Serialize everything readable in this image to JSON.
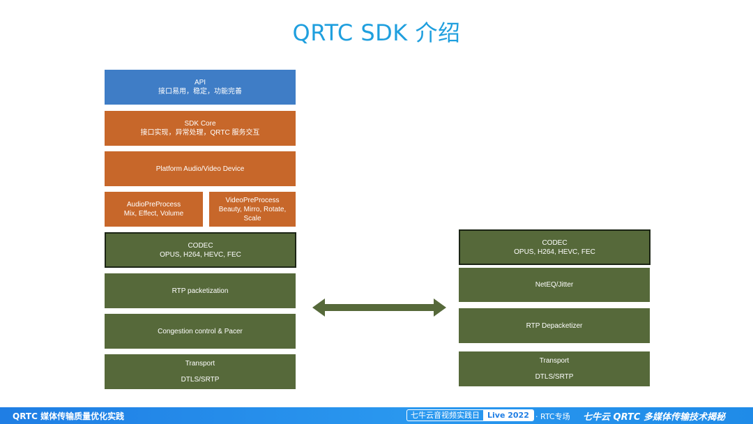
{
  "title": "QRTC SDK 介绍",
  "sender_stack": {
    "api": {
      "line1": "API",
      "line2": "接口易用，稳定，功能完善"
    },
    "sdk_core": {
      "line1": "SDK Core",
      "line2": "接口实现，异常处理，QRTC 服务交互"
    },
    "platform": {
      "line1": "Platform Audio/Video Device"
    },
    "audio_pre": {
      "line1": "AudioPreProcess",
      "line2": "Mix, Effect, Volume"
    },
    "video_pre": {
      "line1": "VideoPreProcess",
      "line2": "Beauty, Mirro, Rotate,",
      "line3": "Scale"
    },
    "codec": {
      "line1": "CODEC",
      "line2": "OPUS, H264, HEVC, FEC"
    },
    "rtp": {
      "line1": "RTP packetization"
    },
    "congestion": {
      "line1": "Congestion control & Pacer"
    },
    "transport": {
      "line1": "Transport",
      "line2": "DTLS/SRTP"
    }
  },
  "receiver_stack": {
    "codec": {
      "line1": "CODEC",
      "line2": "OPUS, H264, HEVC, FEC"
    },
    "neteq": {
      "line1": "NetEQ/Jitter"
    },
    "rtp": {
      "line1": "RTP Depacketizer"
    },
    "transport": {
      "line1": "Transport",
      "line2": "DTLS/SRTP"
    }
  },
  "footer": {
    "left": "QRTC 媒体传输质量优化实践",
    "event_name": "七牛云音视频实践日",
    "event_year": "Live 2022",
    "tag": "· RTC专场",
    "right": "七牛云 QRTC 多媒体传输技术揭秘"
  },
  "colors": {
    "title": "#1f9fde",
    "api_block": "#3f7dc6",
    "core_block": "#c7672a",
    "media_block": "#56693a",
    "footer": "#1f7ee4"
  }
}
